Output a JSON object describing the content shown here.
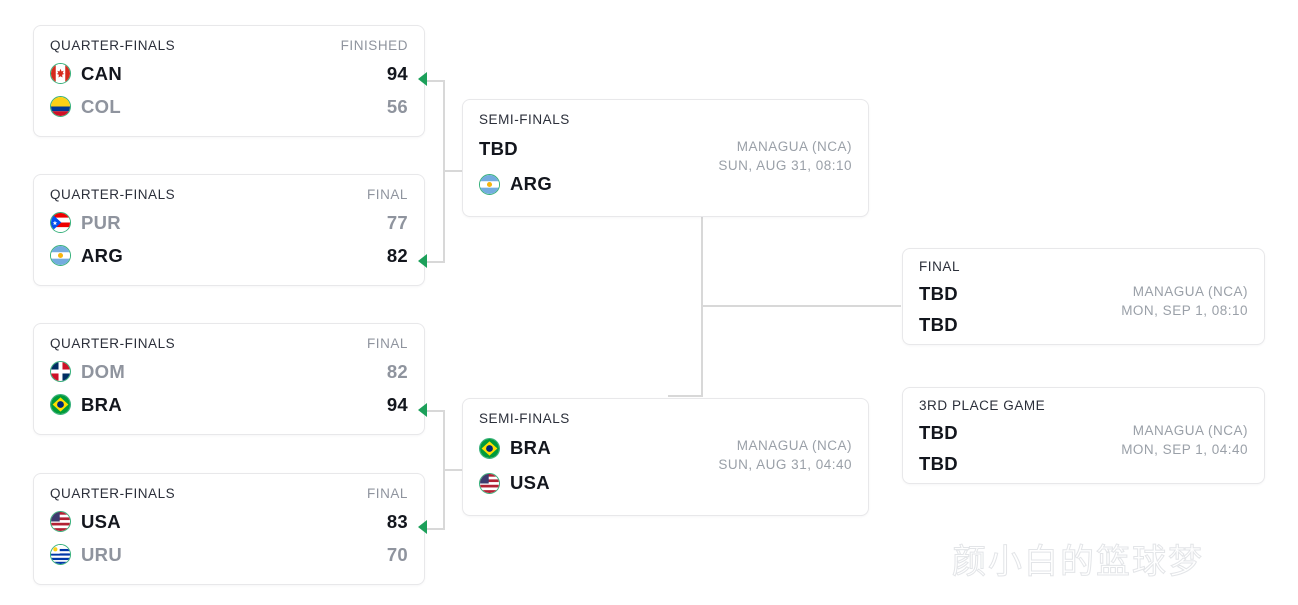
{
  "watermark": {
    "text": "颜小白的篮球梦"
  },
  "colors": {
    "winner_arrow": "#1ca05a",
    "connector": "#d8d8d8",
    "card_border": "#e8e8ea",
    "text_primary": "#13161d",
    "text_muted": "#8f949e"
  },
  "bracket": {
    "quarterfinals": [
      {
        "round": "QUARTER-FINALS",
        "status": "FINISHED",
        "teams": [
          {
            "code": "CAN",
            "flag": "flag-canada",
            "score": "94",
            "winner": true
          },
          {
            "code": "COL",
            "flag": "flag-colombia",
            "score": "56",
            "winner": false
          }
        ]
      },
      {
        "round": "QUARTER-FINALS",
        "status": "FINAL",
        "teams": [
          {
            "code": "PUR",
            "flag": "flag-puerto-rico",
            "score": "77",
            "winner": false
          },
          {
            "code": "ARG",
            "flag": "flag-argentina",
            "score": "82",
            "winner": true
          }
        ]
      },
      {
        "round": "QUARTER-FINALS",
        "status": "FINAL",
        "teams": [
          {
            "code": "DOM",
            "flag": "flag-dominican-republic",
            "score": "82",
            "winner": false
          },
          {
            "code": "BRA",
            "flag": "flag-brazil",
            "score": "94",
            "winner": true
          }
        ]
      },
      {
        "round": "QUARTER-FINALS",
        "status": "FINAL",
        "teams": [
          {
            "code": "USA",
            "flag": "flag-usa",
            "score": "83",
            "winner": true
          },
          {
            "code": "URU",
            "flag": "flag-uruguay",
            "score": "70",
            "winner": false
          }
        ]
      }
    ],
    "semifinals": [
      {
        "round": "SEMI-FINALS",
        "status": "",
        "venue": "MANAGUA (NCA)",
        "datetime": "SUN, AUG 31, 08:10",
        "teams": [
          {
            "code": "TBD",
            "flag": null
          },
          {
            "code": "ARG",
            "flag": "flag-argentina"
          }
        ]
      },
      {
        "round": "SEMI-FINALS",
        "status": "",
        "venue": "MANAGUA (NCA)",
        "datetime": "SUN, AUG 31, 04:40",
        "teams": [
          {
            "code": "BRA",
            "flag": "flag-brazil"
          },
          {
            "code": "USA",
            "flag": "flag-usa"
          }
        ]
      }
    ],
    "finals": [
      {
        "round": "FINAL",
        "status": "",
        "venue": "MANAGUA (NCA)",
        "datetime": "MON, SEP 1, 08:10",
        "teams": [
          {
            "code": "TBD",
            "flag": null
          },
          {
            "code": "TBD",
            "flag": null
          }
        ]
      },
      {
        "round": "3RD PLACE GAME",
        "status": "",
        "venue": "MANAGUA (NCA)",
        "datetime": "MON, SEP 1, 04:40",
        "teams": [
          {
            "code": "TBD",
            "flag": null
          },
          {
            "code": "TBD",
            "flag": null
          }
        ]
      }
    ]
  }
}
